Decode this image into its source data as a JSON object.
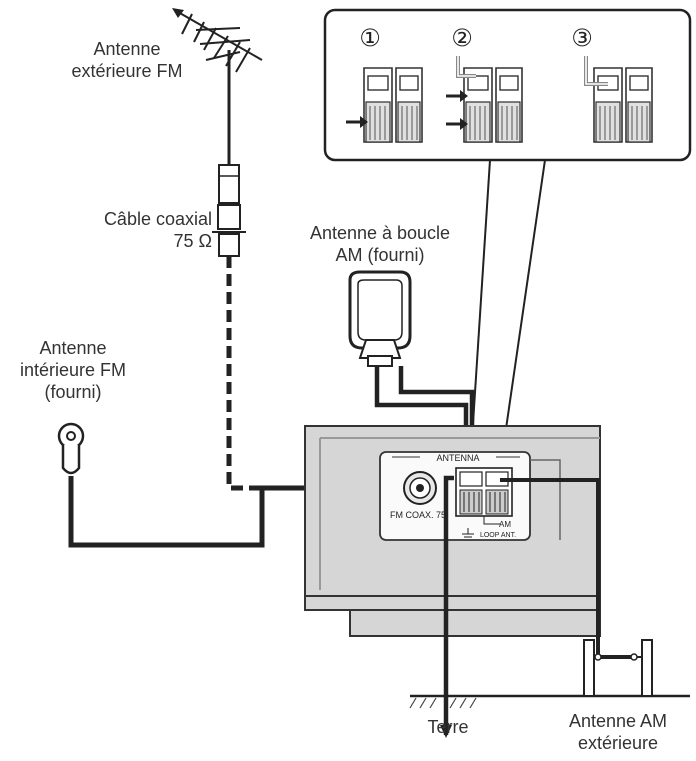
{
  "labels": {
    "fm_outdoor": [
      "Antenne",
      "extérieure FM"
    ],
    "coax_cable": [
      "Câble coaxial",
      "75 Ω"
    ],
    "am_loop": [
      "Antenne à boucle",
      "AM (fourni)"
    ],
    "fm_indoor": [
      "Antenne",
      "intérieure FM",
      "(fourni)"
    ],
    "ground": "Terre",
    "am_outdoor": [
      "Antenne AM",
      "extérieure"
    ]
  },
  "panel": {
    "antenna_title": "ANTENNA",
    "fm_jack_label": "FM COAX. 75",
    "am_label": "AM",
    "loop_label": "LOOP ANT."
  },
  "steps": [
    "①",
    "②",
    "③"
  ]
}
